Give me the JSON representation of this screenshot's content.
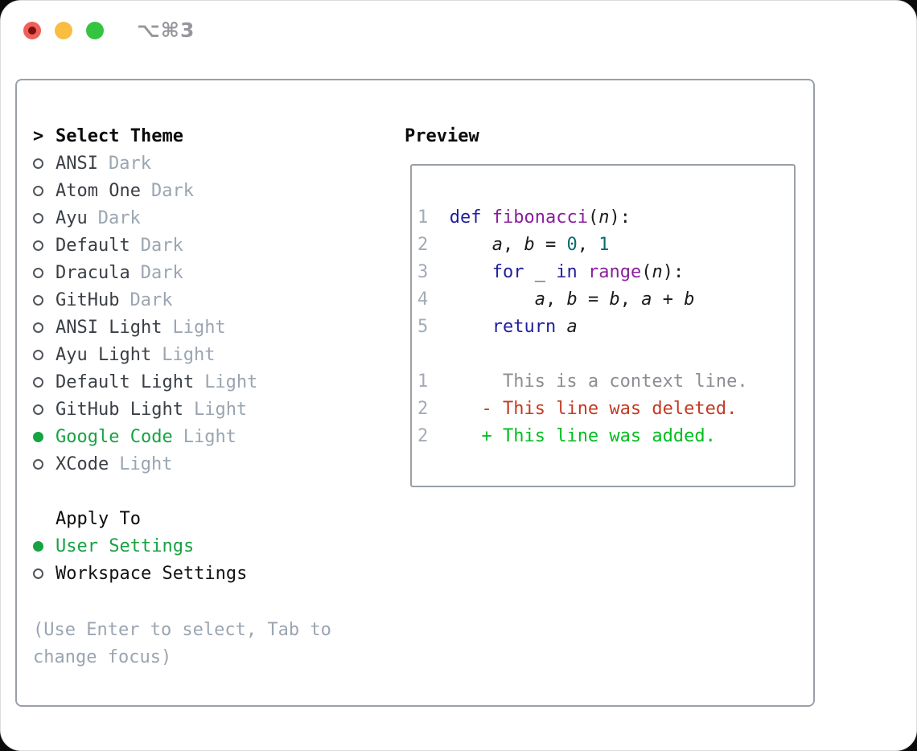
{
  "window": {
    "shortcut": "⌥⌘3",
    "traffic_lights": [
      {
        "name": "close-button",
        "color": "#f0605a",
        "dot": true
      },
      {
        "name": "minimize-button",
        "color": "#f9bd40",
        "dot": false
      },
      {
        "name": "zoom-button",
        "color": "#35c440",
        "dot": false
      }
    ]
  },
  "theme_selector": {
    "header_marker": ">",
    "header": "Select Theme",
    "items": [
      {
        "name": "ANSI",
        "variant": "Dark",
        "selected": false
      },
      {
        "name": "Atom One",
        "variant": "Dark",
        "selected": false
      },
      {
        "name": "Ayu",
        "variant": "Dark",
        "selected": false
      },
      {
        "name": "Default",
        "variant": "Dark",
        "selected": false
      },
      {
        "name": "Dracula",
        "variant": "Dark",
        "selected": false
      },
      {
        "name": "GitHub",
        "variant": "Dark",
        "selected": false
      },
      {
        "name": "ANSI Light",
        "variant": "Light",
        "selected": false
      },
      {
        "name": "Ayu Light",
        "variant": "Light",
        "selected": false
      },
      {
        "name": "Default Light",
        "variant": "Light",
        "selected": false
      },
      {
        "name": "GitHub Light",
        "variant": "Light",
        "selected": false
      },
      {
        "name": "Google Code",
        "variant": "Light",
        "selected": true
      },
      {
        "name": "XCode",
        "variant": "Light",
        "selected": false
      }
    ]
  },
  "apply_to": {
    "header": "Apply To",
    "options": [
      {
        "label": "User Settings",
        "selected": true
      },
      {
        "label": "Workspace Settings",
        "selected": false
      }
    ]
  },
  "hint": "(Use Enter to select, Tab to change focus)",
  "preview": {
    "title": "Preview",
    "code_lines": [
      {
        "num": "1",
        "tokens": [
          {
            "t": "def",
            "c": "kwd"
          },
          {
            "t": " ",
            "c": "pln"
          },
          {
            "t": "fibonacci",
            "c": "typ"
          },
          {
            "t": "(",
            "c": "pln"
          },
          {
            "t": "n",
            "c": "var"
          },
          {
            "t": "):",
            "c": "pln"
          }
        ]
      },
      {
        "num": "2",
        "tokens": [
          {
            "t": "    ",
            "c": "pln"
          },
          {
            "t": "a",
            "c": "var"
          },
          {
            "t": ", ",
            "c": "pln"
          },
          {
            "t": "b",
            "c": "var"
          },
          {
            "t": " = ",
            "c": "pln"
          },
          {
            "t": "0",
            "c": "lit"
          },
          {
            "t": ", ",
            "c": "pln"
          },
          {
            "t": "1",
            "c": "lit"
          }
        ]
      },
      {
        "num": "3",
        "tokens": [
          {
            "t": "    ",
            "c": "pln"
          },
          {
            "t": "for",
            "c": "kwd"
          },
          {
            "t": " _ ",
            "c": "pln"
          },
          {
            "t": "in",
            "c": "kwd"
          },
          {
            "t": " ",
            "c": "pln"
          },
          {
            "t": "range",
            "c": "typ"
          },
          {
            "t": "(",
            "c": "pln"
          },
          {
            "t": "n",
            "c": "var"
          },
          {
            "t": "):",
            "c": "pln"
          }
        ]
      },
      {
        "num": "4",
        "tokens": [
          {
            "t": "        ",
            "c": "pln"
          },
          {
            "t": "a",
            "c": "var"
          },
          {
            "t": ", ",
            "c": "pln"
          },
          {
            "t": "b",
            "c": "var"
          },
          {
            "t": " = ",
            "c": "pln"
          },
          {
            "t": "b",
            "c": "var"
          },
          {
            "t": ", ",
            "c": "pln"
          },
          {
            "t": "a",
            "c": "var"
          },
          {
            "t": " + ",
            "c": "pln"
          },
          {
            "t": "b",
            "c": "var"
          }
        ]
      },
      {
        "num": "5",
        "tokens": [
          {
            "t": "    ",
            "c": "pln"
          },
          {
            "t": "return",
            "c": "kwd"
          },
          {
            "t": " ",
            "c": "pln"
          },
          {
            "t": "a",
            "c": "var"
          }
        ]
      }
    ],
    "diff_lines": [
      {
        "num": "1",
        "tokens": [
          {
            "t": "     This is a context line.",
            "c": "ctx"
          }
        ]
      },
      {
        "num": "2",
        "tokens": [
          {
            "t": "   ",
            "c": "pln"
          },
          {
            "t": "- This line was deleted.",
            "c": "del"
          }
        ]
      },
      {
        "num": "2",
        "tokens": [
          {
            "t": "   ",
            "c": "pln"
          },
          {
            "t": "+ This line was added.",
            "c": "add"
          }
        ]
      }
    ]
  },
  "colors": {
    "accent_green": "#17a343",
    "keyword": "#1f1f9f",
    "function": "#8a1f9e",
    "literal": "#0d6a6d",
    "plain": "#1b1b1b",
    "line_number": "#a3abb5",
    "context": "#8b8f94",
    "deleted": "#c43a22",
    "added": "#00bd1f",
    "muted": "#9aa5b1",
    "border": "#9aa0a6",
    "theme_name": "#3a3f45"
  }
}
